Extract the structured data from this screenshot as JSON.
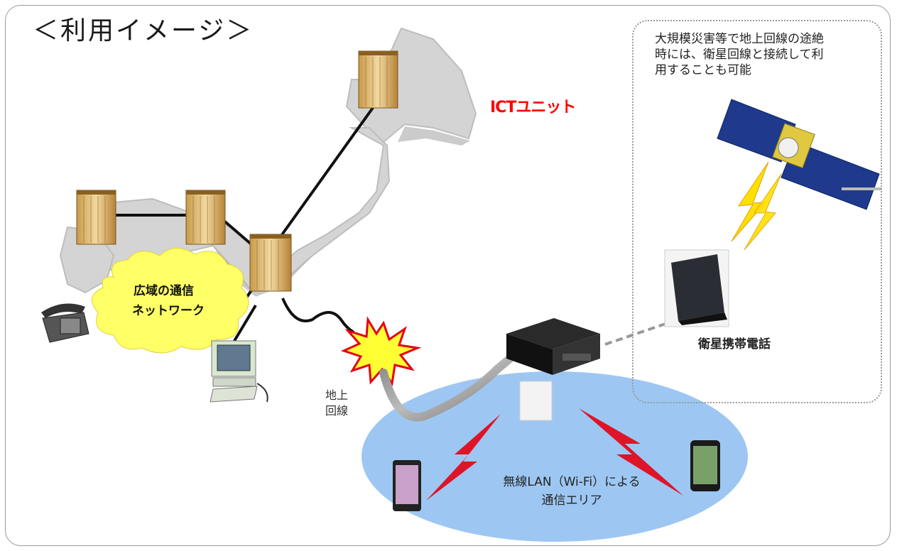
{
  "title": "＜利用イメージ＞",
  "ict_unit": "ICTユニット",
  "satellite_note": {
    "line1": "大規模災害等で地上回線の途絶",
    "line2": "時には、衛星回線と接続して利",
    "line3": "用することも可能"
  },
  "satellite_phone_label": "衛星携帯電話",
  "cloud_label": {
    "line1": "広域の通信",
    "line2": "ネットワーク"
  },
  "land_line_label": {
    "line1": "地上",
    "line2": "回線"
  },
  "wifi_area_label": {
    "line1": "無線LAN（Wi-Fi）による",
    "line2": "通信エリア"
  },
  "colors": {
    "ict_red": "#ff0000",
    "wifi_area": "#9dc7f2",
    "map_gray": "#d4d4d4",
    "cloud": "#ffff66",
    "lightning_red": "#e60012",
    "lightning_yellow": "#ffe000"
  }
}
